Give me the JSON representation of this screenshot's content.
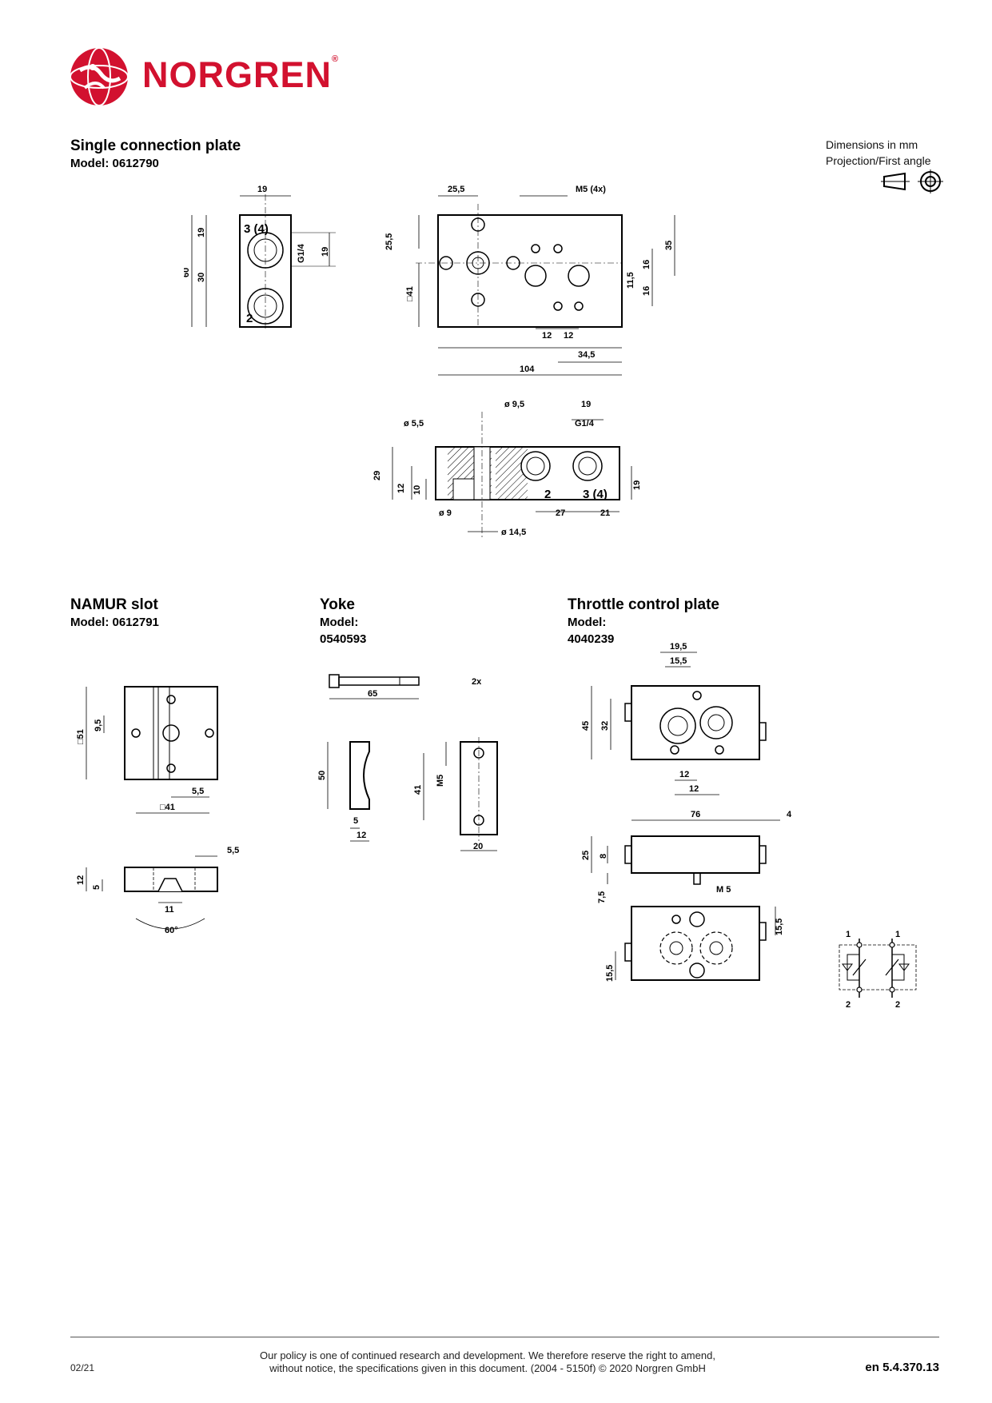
{
  "header": {
    "brand": "NORGREN",
    "reg": "®"
  },
  "meta": {
    "dimensions": "Dimensions in mm",
    "projection": "Projection/First angle"
  },
  "sections": {
    "single": {
      "title": "Single connection plate",
      "model": "Model: 0612790"
    },
    "namur": {
      "title": "NAMUR slot",
      "model": "Model: 0612791"
    },
    "yoke": {
      "title": "Yoke",
      "model_label": "Model:",
      "model_no": "0540593"
    },
    "throttle": {
      "title": "Throttle control plate",
      "model_label": "Model:",
      "model_no": "4040239"
    }
  },
  "dims": {
    "single_side": {
      "w": "19",
      "h60": "60",
      "h19": "19",
      "h30": "30",
      "r19": "19",
      "thread": "G1/4",
      "port34": "3 (4)",
      "port2": "2"
    },
    "single_top": {
      "d255": "25,5",
      "m5": "M5 (4x)",
      "d255v": "25,5",
      "sq41": "□41",
      "d35": "35",
      "d16a": "16",
      "d16b": "16",
      "d115": "11,5",
      "d12a": "12",
      "d12b": "12",
      "d345": "34,5",
      "d104": "104"
    },
    "single_section": {
      "d55": "ø 5,5",
      "d95": "ø 9,5",
      "d19": "19",
      "g14": "G1/4",
      "h29": "29",
      "h12": "12",
      "h10": "10",
      "h19r": "19",
      "d9": "ø 9",
      "d27": "27",
      "d21": "21",
      "d145": "ø 14,5",
      "port2": "2",
      "port34": "3 (4)"
    },
    "namur": {
      "sq51": "□51",
      "d95": "9,5",
      "d55": "5,5",
      "sq41": "□41",
      "s55": "5,5",
      "h12": "12",
      "h5": "5",
      "w11": "11",
      "angle": "60°"
    },
    "yoke": {
      "qty": "2x",
      "l65": "65",
      "h50": "50",
      "w5": "5",
      "w12": "12",
      "h41": "41",
      "m5": "M5",
      "w20": "20"
    },
    "throttle": {
      "d195": "19,5",
      "d155": "15,5",
      "h45": "45",
      "h32": "32",
      "d12a": "12",
      "d12b": "12",
      "l76": "76",
      "d4": "4",
      "h25": "25",
      "h8": "8",
      "h75": "7,5",
      "m5": "M 5",
      "r155": "15,5",
      "l155": "15,5",
      "sym1a": "1",
      "sym1b": "1",
      "sym2a": "2",
      "sym2b": "2"
    }
  },
  "footer": {
    "date": "02/21",
    "policy_line1": "Our policy is one of continued research and development. We therefore reserve the right to amend,",
    "policy_line2": "without notice, the specifications given in this document. (2004 - 5150f) © 2020 Norgren GmbH",
    "ref": "en 5.4.370.13"
  }
}
